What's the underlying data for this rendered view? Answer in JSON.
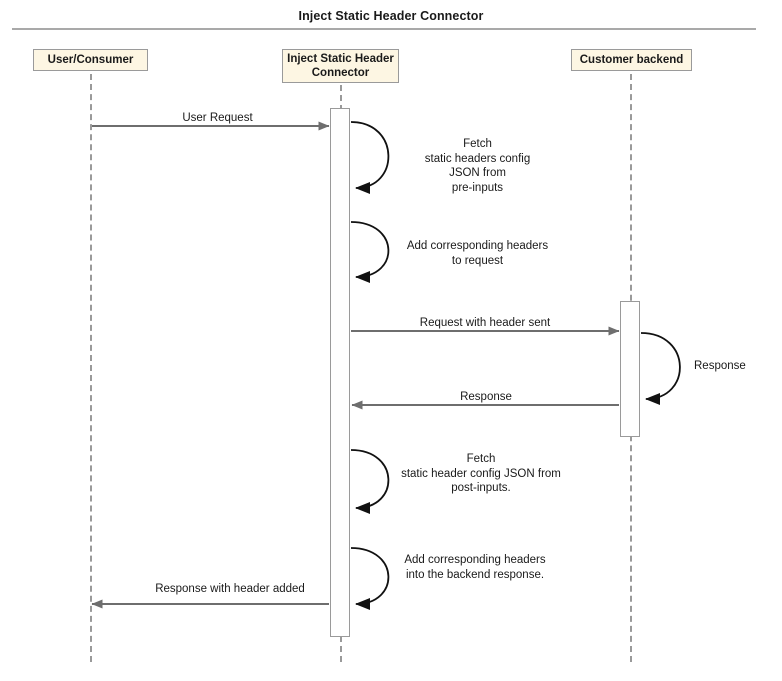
{
  "diagram": {
    "title": "Inject Static Header Connector",
    "type": "sequence-diagram",
    "colors": {
      "participant_fill": "#fdf6e3",
      "participant_border": "#9a9a9a",
      "lifeline": "#9a9a9a",
      "message_line": "#6e6e6e",
      "self_message_line": "#1a1a1a",
      "activation_fill": "#ffffff",
      "activation_border": "#9a9a9a",
      "text": "#1a1a1a"
    },
    "participants": [
      {
        "id": "user",
        "label": "User/Consumer"
      },
      {
        "id": "connector",
        "label": "Inject Static Header Connector"
      },
      {
        "id": "backend",
        "label": "Customer backend"
      }
    ],
    "messages": [
      {
        "id": "m1",
        "kind": "call",
        "from": "user",
        "to": "connector",
        "direction": "right",
        "label": "User Request"
      },
      {
        "id": "m2",
        "kind": "self",
        "on": "connector",
        "label": "Fetch\nstatic headers config\nJSON from\npre-inputs"
      },
      {
        "id": "m3",
        "kind": "self",
        "on": "connector",
        "label": "Add corresponding headers\nto request"
      },
      {
        "id": "m4",
        "kind": "call",
        "from": "connector",
        "to": "backend",
        "direction": "right",
        "label": "Request with header sent"
      },
      {
        "id": "m5",
        "kind": "self",
        "on": "backend",
        "label": "Response"
      },
      {
        "id": "m6",
        "kind": "return",
        "from": "backend",
        "to": "connector",
        "direction": "left",
        "label": "Response"
      },
      {
        "id": "m7",
        "kind": "self",
        "on": "connector",
        "label": "Fetch\nstatic header config JSON from\npost-inputs."
      },
      {
        "id": "m8",
        "kind": "self",
        "on": "connector",
        "label": "Add corresponding headers\ninto the backend response."
      },
      {
        "id": "m9",
        "kind": "return",
        "from": "connector",
        "to": "user",
        "direction": "left",
        "label": "Response with header added"
      }
    ]
  }
}
